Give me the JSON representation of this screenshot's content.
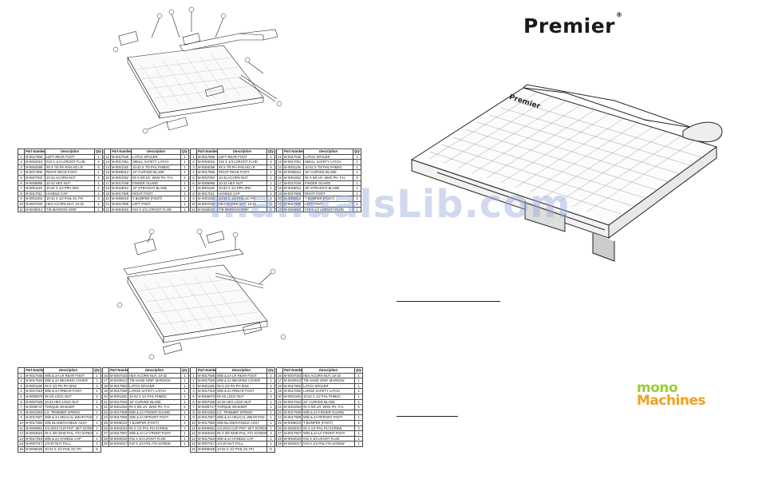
{
  "brand": {
    "name": "Premier",
    "registered": "®"
  },
  "cutter_label": "Premier",
  "watermark": "manualsLib.com",
  "logo": {
    "line1": "mono",
    "line2": "Machines"
  },
  "table_headers": {
    "no": "",
    "part": "Part Number",
    "desc": "Description",
    "qty": "Qty"
  },
  "top_parts": {
    "t1": [
      [
        "1",
        "M-0017906",
        "LEFT REAR FOOT",
        "1"
      ],
      [
        "2",
        "M-0004016",
        "#10 X 1/4 LOROOT FLHD",
        "4"
      ],
      [
        "3",
        "M-0004099",
        "#8 X 7/8 PH PAN HD LR",
        "6"
      ],
      [
        "4",
        "M-0017905",
        "RIGHT REAR FOOT",
        "1"
      ],
      [
        "5",
        "M-0007003",
        "10-32 ACORN NUT",
        "1"
      ],
      [
        "6",
        "M-0006995",
        "10-32 HEX NUT",
        "1"
      ],
      [
        "7",
        "M-0001148",
        "10-32 X 1/2 PPH ZNC",
        "1"
      ],
      [
        "8",
        "M-0017011",
        "HANDLE CAP",
        "1"
      ],
      [
        "9",
        "M-0001002",
        "10-32 X 1/2 PHIL SC PH",
        "3"
      ],
      [
        "10",
        "M-0007033",
        "HEX ACORN NUT, 10-32",
        "1"
      ],
      [
        "11",
        "M-0040013",
        "T/B MAROON GRIP",
        "1"
      ]
    ],
    "t2": [
      [
        "12",
        "M-0017040",
        "LATCH SPACER",
        "1"
      ],
      [
        "13",
        "M-0017051",
        "SMALL SAFETY LATCH",
        "1"
      ],
      [
        "14",
        "M-0001145",
        "10-32 X 7/8 PHL PHMSC",
        "1"
      ],
      [
        "15",
        "M-0005012",
        "12\" CURVED BLADE",
        "1"
      ],
      [
        "16",
        "M-0001052",
        "#6 X 5/8 LR. WHD PH, F.H.",
        "5"
      ],
      [
        "17",
        "M-0017049",
        "FINGER GUARD",
        "1"
      ],
      [
        "18",
        "M-0018012",
        "12\" STRAIGHT BLADE",
        "1"
      ],
      [
        "19",
        "M-0017908",
        "RIGHT FOOT",
        "1"
      ],
      [
        "20",
        "M-0006010",
        "T BUMPER (FOOT)",
        "4"
      ],
      [
        "21",
        "M-0017908",
        "LEFT FOOT",
        "1"
      ],
      [
        "22",
        "M-0004016",
        "#10 X 1/2 LOROOT FLHD",
        "1"
      ]
    ],
    "t3": [
      [
        "1",
        "M-0017906",
        "LEFT REAR FOOT",
        "1"
      ],
      [
        "2",
        "M-0004016",
        "#10 X 1/4 LOROOT FLHD",
        "4"
      ],
      [
        "3",
        "M-0004099",
        "#8 X 7/8 PH PAN HD LR",
        "6"
      ],
      [
        "4",
        "M-0017905",
        "RIGHT REAR FOOT",
        "1"
      ],
      [
        "5",
        "M-0007003",
        "10-32 ACORN NUT",
        "1"
      ],
      [
        "6",
        "M-0006995",
        "10-32 HEX NUT",
        "1"
      ],
      [
        "7",
        "M-0001148",
        "10-32 X 1/2 PPH ZNC",
        "1"
      ],
      [
        "8",
        "M-0017011",
        "HANDLE CAP",
        "1"
      ],
      [
        "9",
        "M-0001002",
        "10-32 X 1/2 PHIL SC PH",
        "3"
      ],
      [
        "10",
        "M-0007033",
        "HEX ACORN NUT, 10-32",
        "1"
      ],
      [
        "11",
        "M-0040013",
        "T/B MAROON GRIP",
        "1"
      ]
    ],
    "t4": [
      [
        "12",
        "M-0017040",
        "LATCH SPACER",
        "1"
      ],
      [
        "13",
        "M-0017051",
        "SMALL SAFETY LATCH",
        "1"
      ],
      [
        "14",
        "M-0001145",
        "10-32 X 7/8 PHL PHMSC",
        "1"
      ],
      [
        "15",
        "M-0005012",
        "15\" CURVED BLADE",
        "1"
      ],
      [
        "16",
        "M-0001052",
        "#6 X 5/8 LR. WHD PH, F.H.",
        "5"
      ],
      [
        "17",
        "M-0017049",
        "FINGER GUARD",
        "1"
      ],
      [
        "18",
        "M-0018012",
        "15\" STRAIGHT BLADE",
        "1"
      ],
      [
        "19",
        "M-0017908",
        "RIGHT FOOT",
        "1"
      ],
      [
        "20",
        "M-0006010",
        "T BUMPER (FOOT)",
        "4"
      ],
      [
        "21",
        "M-0017908",
        "LEFT FOOT",
        "1"
      ],
      [
        "22",
        "M-0004016",
        "#10 X 1/2 LOROOT FLHD",
        "1"
      ]
    ]
  },
  "bottom_parts": {
    "t1": [
      [
        "1",
        "M-0017946",
        "W/B & 2A LR REAR FOOT",
        "1"
      ],
      [
        "2",
        "M-0017926",
        "W/B & 2A BEARING COVER",
        "1"
      ],
      [
        "3",
        "M-0001186",
        "#8 X 1/2 PH PH ZINC",
        "4"
      ],
      [
        "4",
        "M-0017919",
        "W/B & 2A RREAR FOOT",
        "1"
      ],
      [
        "5",
        "M-0006979",
        "#8 SS LOCK NUT",
        "2"
      ],
      [
        "6",
        "M-0007028",
        "10-32 HEX LOCK NUT",
        "1"
      ],
      [
        "7",
        "M-0006747",
        "TORQUE WASHER",
        "1"
      ],
      [
        "8",
        "M-0001053",
        "LG. TRIMMER SPRING",
        "1"
      ],
      [
        "9",
        "M-0017927",
        "W/B & 2A HELICAL WEAR PAD",
        "1"
      ],
      [
        "10",
        "M-0017960",
        "W/B BLADE/HANDLE ASSY",
        "1"
      ],
      [
        "11",
        "M-0006991",
        "1/4-20X3 CUP PNT. SET SCREW",
        "1"
      ],
      [
        "12",
        "M-0004024",
        "#6 X 3/8 WHD PHL, F/H SCREW",
        "4"
      ],
      [
        "13",
        "M-0017915",
        "W/B & 2A HANDLE CAP",
        "1"
      ],
      [
        "14",
        "M-0007017",
        "1/4-20 NUT FULL",
        "1"
      ],
      [
        "15",
        "M-0006026",
        "10-32 X 1/2 PHIL SC PH",
        "6"
      ]
    ],
    "t2": [
      [
        "16",
        "M-0007033",
        "HEX ACORN NUT, 10-32",
        "1"
      ],
      [
        "17",
        "M-0040013",
        "T/B HAND GRIP, MAROON",
        "1"
      ],
      [
        "18",
        "M-0017902",
        "LATCH SPACER",
        "1"
      ],
      [
        "19",
        "M-0017050",
        "LARGE SAFETY LATCH",
        "1"
      ],
      [
        "20",
        "M-0001150",
        "10-32 X 1/2 PHL PHMSC",
        "1"
      ],
      [
        "21",
        "M-0017944",
        "15\" CURVED BLADE",
        "1"
      ],
      [
        "22",
        "M-0001054",
        "#6 X 5/8 LR. WHD PH, F.H.",
        "6"
      ],
      [
        "23",
        "M-0017908",
        "W/B & 2A FINGER GUARD",
        "1"
      ],
      [
        "24",
        "M-0017909",
        "W/B & 2A RFRONT FOOT",
        "1"
      ],
      [
        "25",
        "M-0006010",
        "T BUMPER (FOOT)",
        "4"
      ],
      [
        "26",
        "M-0004024",
        "#6 X 1/4 PHL PH SCREW",
        "4"
      ],
      [
        "27",
        "M-0017907",
        "W/B & 2A LF FRONT FOOT",
        "1"
      ],
      [
        "28",
        "M-0004020",
        "#10 X 3/4 LROOT FLHD",
        "1"
      ],
      [
        "29",
        "M-0004017",
        "#10 X 1/2 PHL F/H SCREW",
        "1"
      ]
    ],
    "t3": [
      [
        "1",
        "M-0017946",
        "W/B & 2A LR REAR FOOT",
        "1"
      ],
      [
        "2",
        "M-0017926",
        "W/B & 2A BEARING COVER",
        "1"
      ],
      [
        "3",
        "M-0001186",
        "#8 X 1/2 PH PH ZINC",
        "4"
      ],
      [
        "4",
        "M-0017919",
        "W/B & 2A RREAR FOOT",
        "1"
      ],
      [
        "5",
        "M-0006979",
        "#8 SS LOCK NUT",
        "2"
      ],
      [
        "6",
        "M-0007028",
        "10-32 HEX LOCK NUT",
        "1"
      ],
      [
        "7",
        "M-0006747",
        "TORQUE WASHER",
        "1"
      ],
      [
        "8",
        "M-0001053",
        "LG. TRIMMER SPRING",
        "1"
      ],
      [
        "9",
        "M-0017927",
        "W/B & 2A HELICAL WEAR PAD",
        "1"
      ],
      [
        "10",
        "M-0017960",
        "W/B BLADE/HANDLE ASSY",
        "1"
      ],
      [
        "11",
        "M-0006991",
        "1/4-20X3 CUP PNT. SET SCREW",
        "1"
      ],
      [
        "12",
        "M-0004024",
        "#6 X 3/8 WHD PHL, F/H SCREW",
        "4"
      ],
      [
        "13",
        "M-0017915",
        "W/B & 2A HANDLE CAP",
        "1"
      ],
      [
        "14",
        "M-0007017",
        "1/4-20 NUT FULL",
        "1"
      ],
      [
        "15",
        "M-0006026",
        "10-32 X 1/2 PHIL SC PH",
        "6"
      ]
    ],
    "t4": [
      [
        "16",
        "M-0007033",
        "HEX ACORN NUT, 10-32",
        "1"
      ],
      [
        "17",
        "M-0040013",
        "T/B HAND GRIP, MAROON",
        "1"
      ],
      [
        "18",
        "M-0017902",
        "LATCH SPACER",
        "1"
      ],
      [
        "19",
        "M-0017050",
        "LARGE SAFETY LATCH",
        "1"
      ],
      [
        "20",
        "M-0001150",
        "10-32 X 1/2 PHL PHMSC",
        "1"
      ],
      [
        "21",
        "M-0017944",
        "24\" CURVED BLADE",
        "1"
      ],
      [
        "22",
        "M-0001054",
        "#6 X 5/8 LR. WHD PH, F.H.",
        "6"
      ],
      [
        "23",
        "M-0017908",
        "W/B & 2A FINGER GUARD",
        "1"
      ],
      [
        "24",
        "M-0017909",
        "W/B & 2A RFRONT FOOT",
        "1"
      ],
      [
        "25",
        "M-0006010",
        "T BUMPER (FOOT)",
        "4"
      ],
      [
        "26",
        "M-0004024",
        "#6 X 1/4 PHL PH SCREW",
        "4"
      ],
      [
        "27",
        "M-0017907",
        "W/B & 2A LF FRONT FOOT",
        "1"
      ],
      [
        "28",
        "M-0004020",
        "#10 X 3/4 LROOT FLHD",
        "1"
      ],
      [
        "29",
        "M-0004017",
        "#10 X 1/2 PHL F/H SCREW",
        "1"
      ]
    ]
  }
}
